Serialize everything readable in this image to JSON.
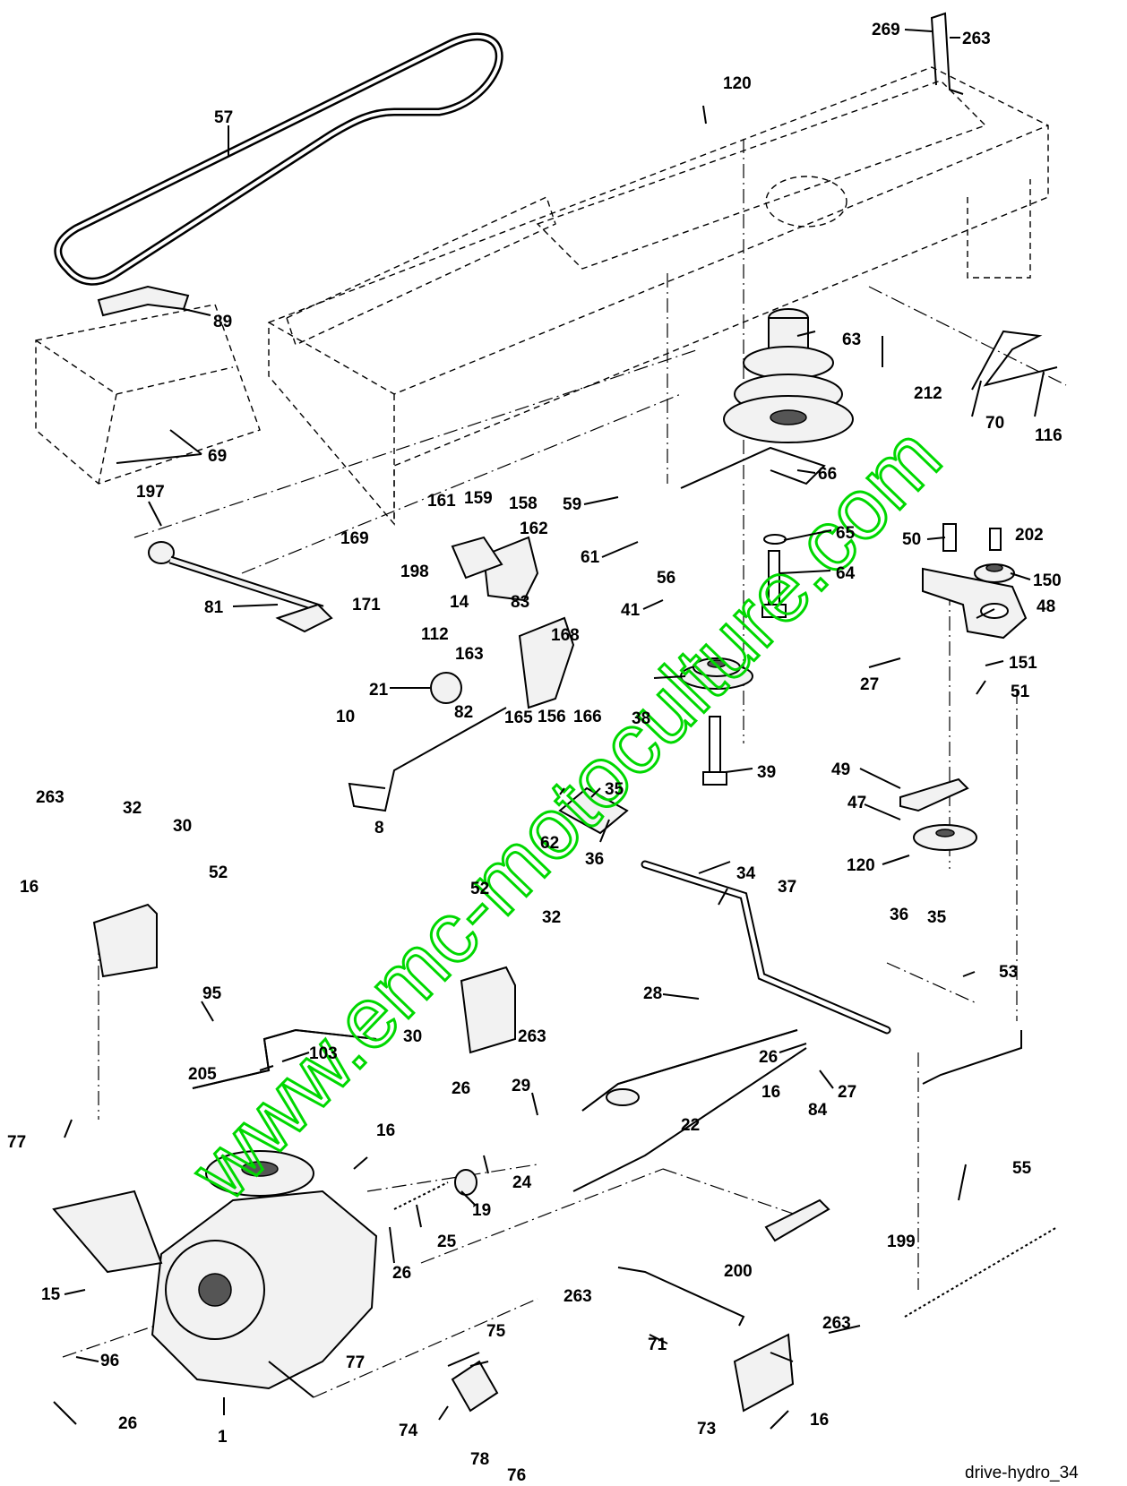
{
  "diagram_id": "drive-hydro_34",
  "watermark": "www.emc-motoculture.com",
  "colors": {
    "watermark": "#00d800",
    "line": "#000000",
    "background": "#ffffff"
  },
  "labels": [
    {
      "text": "269"
    },
    {
      "text": "263"
    },
    {
      "text": "120"
    },
    {
      "text": "57"
    },
    {
      "text": "89"
    },
    {
      "text": "63"
    },
    {
      "text": "212"
    },
    {
      "text": "70"
    },
    {
      "text": "116"
    },
    {
      "text": "69"
    },
    {
      "text": "66"
    },
    {
      "text": "197"
    },
    {
      "text": "161"
    },
    {
      "text": "159"
    },
    {
      "text": "158"
    },
    {
      "text": "59"
    },
    {
      "text": "169"
    },
    {
      "text": "162"
    },
    {
      "text": "65"
    },
    {
      "text": "50"
    },
    {
      "text": "202"
    },
    {
      "text": "61"
    },
    {
      "text": "198"
    },
    {
      "text": "56"
    },
    {
      "text": "64"
    },
    {
      "text": "150"
    },
    {
      "text": "171"
    },
    {
      "text": "14"
    },
    {
      "text": "83"
    },
    {
      "text": "81"
    },
    {
      "text": "41"
    },
    {
      "text": "48"
    },
    {
      "text": "112"
    },
    {
      "text": "163"
    },
    {
      "text": "168"
    },
    {
      "text": "21"
    },
    {
      "text": "27"
    },
    {
      "text": "151"
    },
    {
      "text": "10"
    },
    {
      "text": "82"
    },
    {
      "text": "165"
    },
    {
      "text": "156"
    },
    {
      "text": "166"
    },
    {
      "text": "38"
    },
    {
      "text": "51"
    },
    {
      "text": "39"
    },
    {
      "text": "49"
    },
    {
      "text": "263"
    },
    {
      "text": "32"
    },
    {
      "text": "8"
    },
    {
      "text": "35"
    },
    {
      "text": "30"
    },
    {
      "text": "62"
    },
    {
      "text": "47"
    },
    {
      "text": "52"
    },
    {
      "text": "16"
    },
    {
      "text": "36"
    },
    {
      "text": "120"
    },
    {
      "text": "34"
    },
    {
      "text": "52"
    },
    {
      "text": "32"
    },
    {
      "text": "37"
    },
    {
      "text": "36"
    },
    {
      "text": "35"
    },
    {
      "text": "53"
    },
    {
      "text": "95"
    },
    {
      "text": "28"
    },
    {
      "text": "30"
    },
    {
      "text": "263"
    },
    {
      "text": "103"
    },
    {
      "text": "26"
    },
    {
      "text": "205"
    },
    {
      "text": "29"
    },
    {
      "text": "27"
    },
    {
      "text": "26"
    },
    {
      "text": "16"
    },
    {
      "text": "84"
    },
    {
      "text": "22"
    },
    {
      "text": "77"
    },
    {
      "text": "16"
    },
    {
      "text": "24"
    },
    {
      "text": "55"
    },
    {
      "text": "19"
    },
    {
      "text": "25"
    },
    {
      "text": "199"
    },
    {
      "text": "200"
    },
    {
      "text": "26"
    },
    {
      "text": "15"
    },
    {
      "text": "263"
    },
    {
      "text": "263"
    },
    {
      "text": "75"
    },
    {
      "text": "71"
    },
    {
      "text": "96"
    },
    {
      "text": "77"
    },
    {
      "text": "74"
    },
    {
      "text": "73"
    },
    {
      "text": "16"
    },
    {
      "text": "26"
    },
    {
      "text": "1"
    },
    {
      "text": "78"
    },
    {
      "text": "76"
    }
  ]
}
